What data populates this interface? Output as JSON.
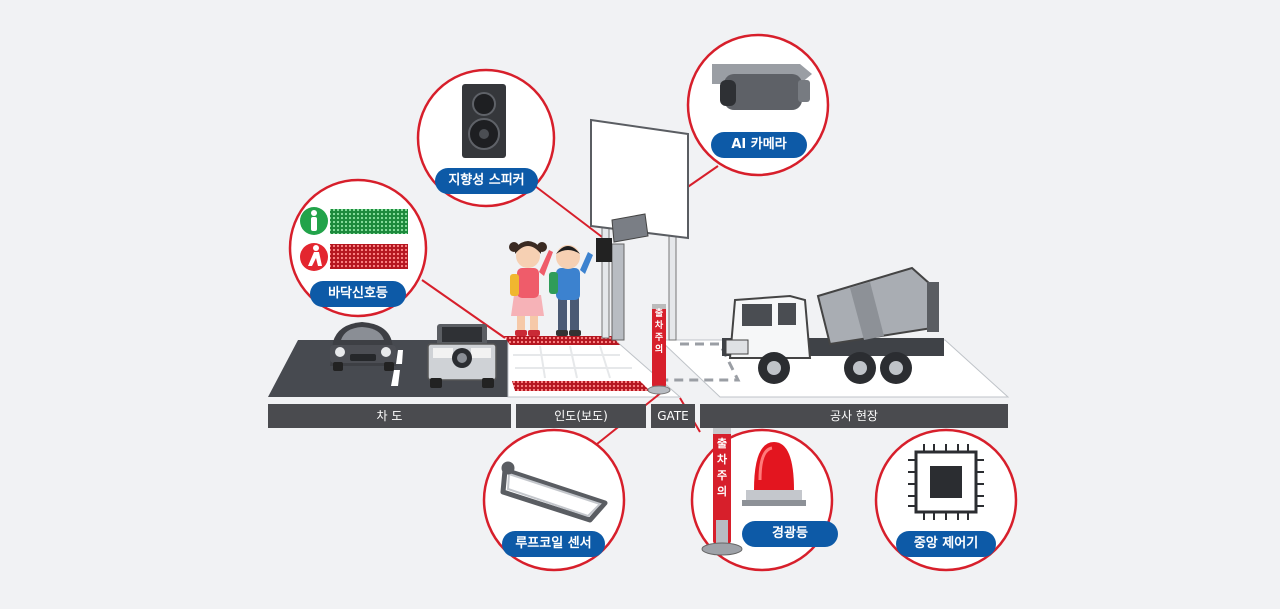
{
  "labels": {
    "roadway": "차 도",
    "sidewalk": "인도(보도)",
    "gate": "GATE",
    "construction_site": "공사 현장"
  },
  "devices": {
    "floor_signal": "바닥신호등",
    "directional_speaker": "지향성 스피커",
    "ai_camera": "AI 카메라",
    "loop_coil_sensor": "루프코일 센서",
    "warning_light": "경광등",
    "central_controller": "중앙 제어기"
  },
  "post_text": [
    "출",
    "차",
    "주",
    "의"
  ],
  "colors": {
    "accent_red": "#d71f2b",
    "badge_blue": "#0d5aa7",
    "road": "#4a4b4f",
    "signal_green": "#22a34a",
    "signal_red": "#e3262f"
  },
  "icons": [
    "pedestrian-go-icon",
    "pedestrian-stop-icon",
    "speaker-icon",
    "camera-icon",
    "loop-coil-icon",
    "warning-post-icon",
    "beacon-light-icon",
    "chip-icon"
  ]
}
